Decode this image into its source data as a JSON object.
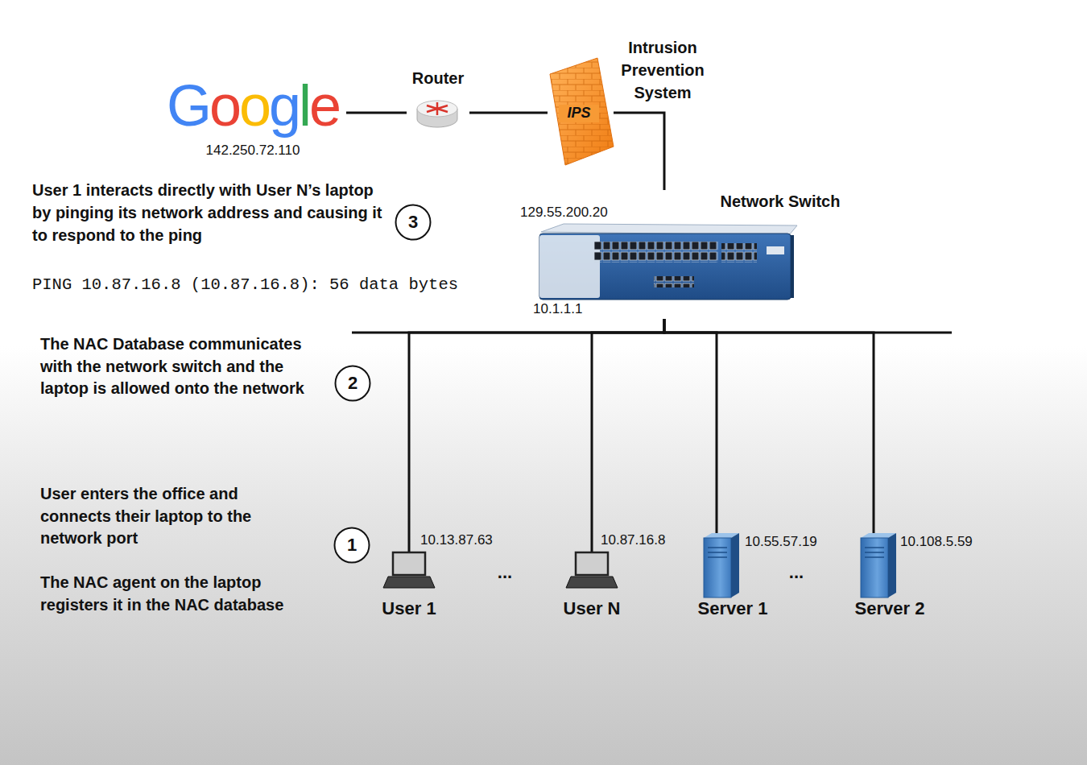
{
  "diagram": {
    "nodes": [
      {
        "text": [
          "Google",
          "142.250.72.110"
        ]
      },
      {
        "text": [
          "Router"
        ]
      },
      {
        "text": [
          "IPS",
          "Intrusion Prevention System"
        ]
      },
      {
        "text": [
          "Network Switch",
          "129.55.200.20",
          "10.1.1.1"
        ]
      },
      {
        "text": [
          "10.13.87.63",
          "User 1"
        ]
      },
      {
        "text": [
          "10.87.16.8",
          "User N"
        ]
      },
      {
        "text": [
          "10.55.57.19",
          "Server 1"
        ]
      },
      {
        "text": [
          "10.108.5.59",
          "Server 2"
        ]
      },
      {
        "text": [
          "3"
        ]
      },
      {
        "text": [
          "2"
        ]
      },
      {
        "text": [
          "1"
        ]
      }
    ],
    "edges": [
      {
        "from": 0,
        "to": 1,
        "arrow": "none"
      },
      {
        "from": 1,
        "to": 2,
        "arrow": "none"
      },
      {
        "from": 2,
        "to": 3,
        "arrow": "none"
      },
      {
        "from": 3,
        "to": 4,
        "arrow": "none"
      },
      {
        "from": 3,
        "to": 5,
        "arrow": "none"
      },
      {
        "from": 3,
        "to": 6,
        "arrow": "none"
      },
      {
        "from": 3,
        "to": 7,
        "arrow": "none"
      }
    ],
    "labels": [
      "User 1 interacts directly with User N’s laptop by pinging its network address and causing it to respond to the ping",
      "PING 10.87.16.8 (10.87.16.8): 56 data bytes",
      "The NAC Database communicates with the network switch and the laptop is allowed onto the network",
      "User enters the office and connects their laptop to the network port",
      "The NAC agent on the laptop registers it in the NAC database",
      "...",
      "..."
    ]
  }
}
